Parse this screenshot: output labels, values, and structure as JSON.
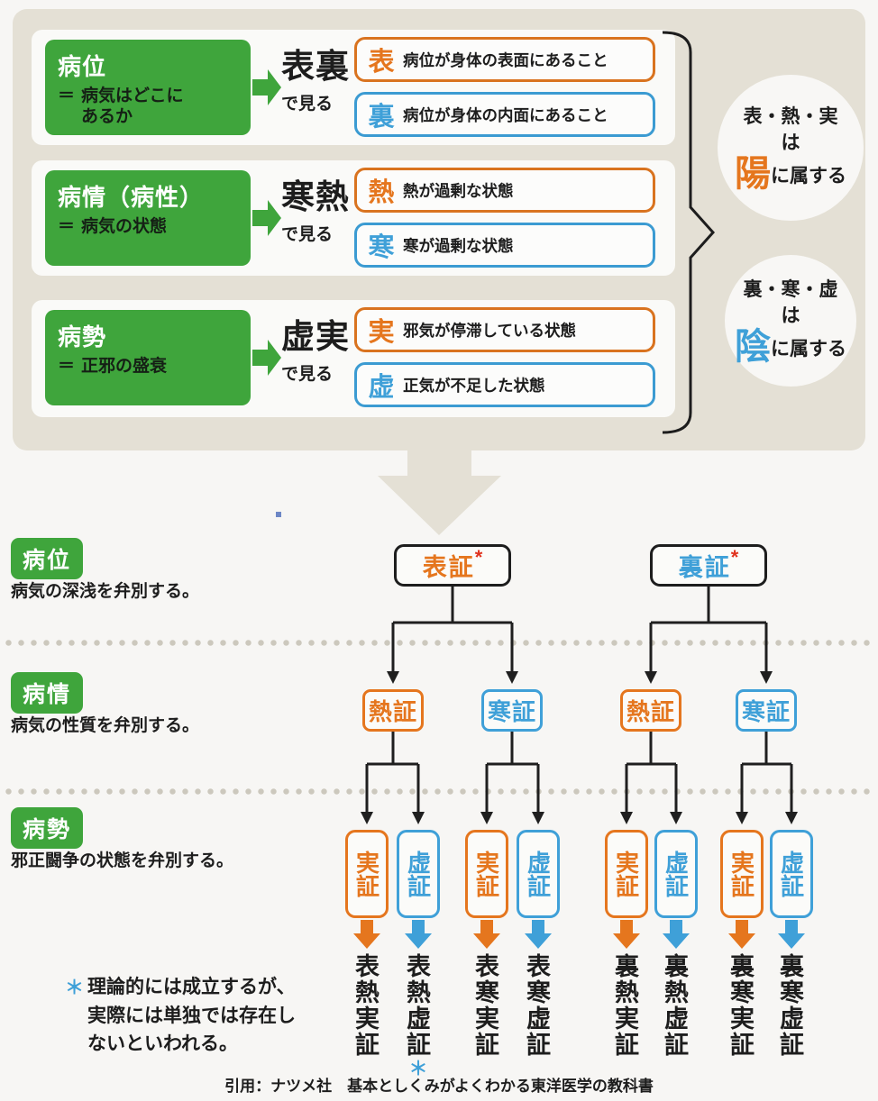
{
  "colors": {
    "green": "#3fa53c",
    "orange": "#e5761e",
    "blue": "#3fa0d8",
    "red_asterisk": "#e0321e",
    "panel_beige": "#e4e0d5",
    "text_black": "#1d1d1d"
  },
  "top_panel": {
    "rows": [
      {
        "title": "病位",
        "eq": "＝",
        "subtitle": "病気はどこに\nあるか",
        "axis": "表裏",
        "axis_note": "で見る",
        "options": [
          {
            "char": "表",
            "desc": "病位が身体の表面にあること"
          },
          {
            "char": "裏",
            "desc": "病位が身体の内面にあること"
          }
        ]
      },
      {
        "title": "病情（病性）",
        "eq": "＝",
        "subtitle": "病気の状態",
        "axis": "寒熱",
        "axis_note": "で見る",
        "options": [
          {
            "char": "熱",
            "desc": "熱が過剰な状態"
          },
          {
            "char": "寒",
            "desc": "寒が過剰な状態"
          }
        ]
      },
      {
        "title": "病勢",
        "eq": "＝",
        "subtitle": "正邪の盛衰",
        "axis": "虚実",
        "axis_note": "で見る",
        "options": [
          {
            "char": "実",
            "desc": "邪気が停滞している状態"
          },
          {
            "char": "虚",
            "desc": "正気が不足した状態"
          }
        ]
      }
    ],
    "circles": [
      {
        "line1": "表・熱・実",
        "line2": "は",
        "big": "陽",
        "rest": "に属する"
      },
      {
        "line1": "裏・寒・虚",
        "line2": "は",
        "big": "陰",
        "rest": "に属する"
      }
    ]
  },
  "flow": {
    "levels": [
      {
        "label": "病位",
        "desc": "病気の深浅を弁別する。"
      },
      {
        "label": "病情",
        "desc": "病気の性質を弁別する。"
      },
      {
        "label": "病勢",
        "desc": "邪正闘争の状態を弁別する。"
      }
    ],
    "level1": [
      {
        "label": "表証",
        "mark": "*"
      },
      {
        "label": "裏証",
        "mark": "*"
      }
    ],
    "level2": [
      "熱証",
      "寒証",
      "熱証",
      "寒証"
    ],
    "level3": [
      "実証",
      "虚証",
      "実証",
      "虚証",
      "実証",
      "虚証",
      "実証",
      "虚証"
    ],
    "results": [
      "表熱実証",
      "表熱虚証",
      "表寒実証",
      "表寒虚証",
      "裏熱実証",
      "裏熱虚証",
      "裏寒実証",
      "裏寒虚証"
    ],
    "result_mark": "＊"
  },
  "footnote": {
    "mark": "＊",
    "text": "理論的には成立するが、\n実際には単独では存在し\nないといわれる。"
  },
  "caption": "引用：ナツメ社　基本としくみがよくわかる東洋医学の教科書"
}
